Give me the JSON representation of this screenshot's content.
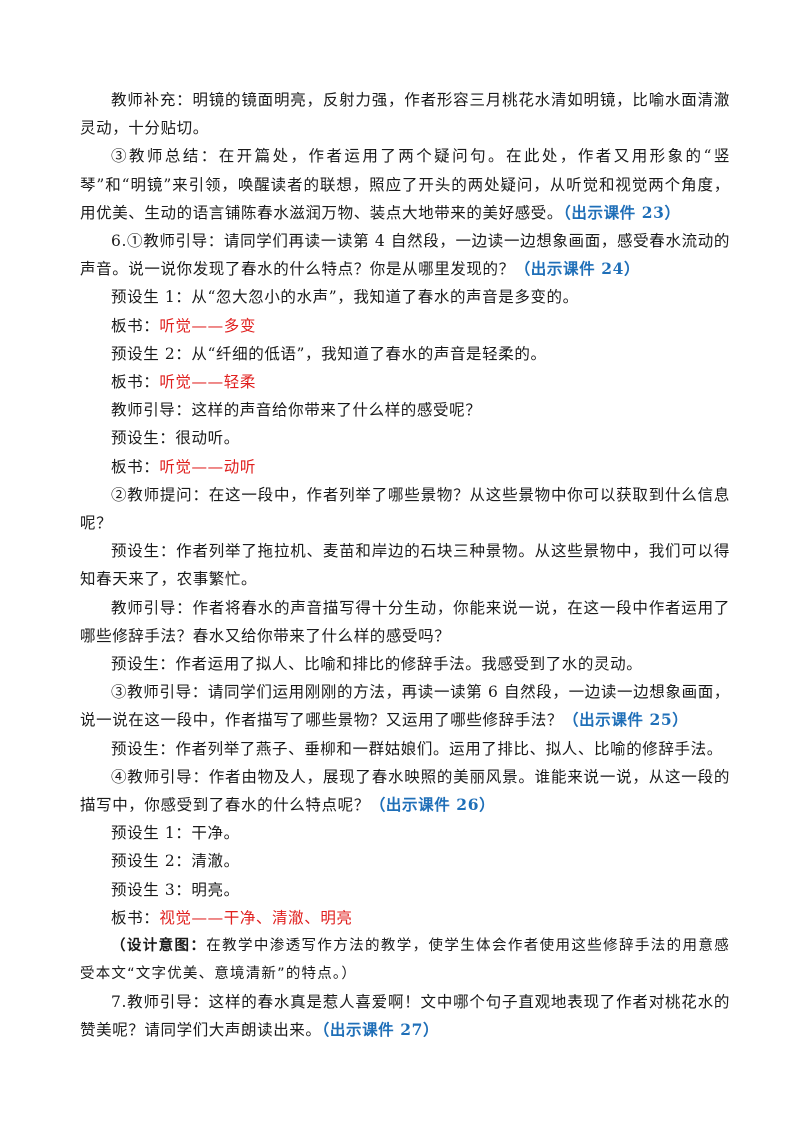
{
  "paragraphs": [
    {
      "segments": [
        {
          "t": "教师补充：明镜的镜面明亮，反射力强，作者形容三月桃花水清如明镜，比喻水面清澈灵动，十分贴切。"
        }
      ]
    },
    {
      "segments": [
        {
          "t": "③教师总结：在开篇处，作者运用了两个疑问句。在此处，作者又用形象的“竖琴”和“明镜”来引领，唤醒读者的联想，照应了开头的两处疑问，从听觉和视觉两个角度，用优美、生动的语言铺陈春水滋润万物、装点大地带来的美好感受。"
        },
        {
          "t": "（出示课件 23）",
          "c": "blue"
        }
      ]
    },
    {
      "segments": [
        {
          "t": "6.①教师引导：请同学们再读一读第 4 自然段，一边读一边想象画面，感受春水流动的声音。说一说你发现了春水的什么特点？你是从哪里发现的？"
        },
        {
          "t": "（出示课件 24）",
          "c": "blue"
        }
      ]
    },
    {
      "segments": [
        {
          "t": "预设生 1：从“忽大忽小的水声”，我知道了春水的声音是多变的。"
        }
      ]
    },
    {
      "segments": [
        {
          "t": "板书："
        },
        {
          "t": "听觉——多变",
          "c": "red"
        }
      ]
    },
    {
      "segments": [
        {
          "t": "预设生 2：从“纤细的低语”，我知道了春水的声音是轻柔的。"
        }
      ]
    },
    {
      "segments": [
        {
          "t": "板书："
        },
        {
          "t": "听觉——轻柔",
          "c": "red"
        }
      ]
    },
    {
      "segments": [
        {
          "t": "教师引导：这样的声音给你带来了什么样的感受呢？"
        }
      ]
    },
    {
      "segments": [
        {
          "t": "预设生：很动听。"
        }
      ]
    },
    {
      "segments": [
        {
          "t": "板书："
        },
        {
          "t": "听觉——动听",
          "c": "red"
        }
      ]
    },
    {
      "segments": [
        {
          "t": "②教师提问：在这一段中，作者列举了哪些景物？从这些景物中你可以获取到什么信息呢？"
        }
      ]
    },
    {
      "segments": [
        {
          "t": "预设生：作者列举了拖拉机、麦苗和岸边的石块三种景物。从这些景物中，我们可以得知春天来了，农事繁忙。"
        }
      ]
    },
    {
      "segments": [
        {
          "t": "教师引导：作者将春水的声音描写得十分生动，你能来说一说，在这一段中作者运用了哪些修辞手法？春水又给你带来了什么样的感受吗？"
        }
      ]
    },
    {
      "segments": [
        {
          "t": "预设生：作者运用了拟人、比喻和排比的修辞手法。我感受到了水的灵动。"
        }
      ]
    },
    {
      "segments": [
        {
          "t": "③教师引导：请同学们运用刚刚的方法，再读一读第 6 自然段，一边读一边想象画面，说一说在这一段中，作者描写了哪些景物？又运用了哪些修辞手法？"
        },
        {
          "t": "（出示课件 25）",
          "c": "blue"
        }
      ]
    },
    {
      "segments": [
        {
          "t": "预设生：作者列举了燕子、垂柳和一群姑娘们。运用了排比、拟人、比喻的修辞手法。"
        }
      ]
    },
    {
      "segments": [
        {
          "t": "④教师引导：作者由物及人，展现了春水映照的美丽风景。谁能来说一说，从这一段的描写中，你感受到了春水的什么特点呢？"
        },
        {
          "t": "（出示课件 26）",
          "c": "blue"
        }
      ]
    },
    {
      "segments": [
        {
          "t": "预设生 1：干净。"
        }
      ]
    },
    {
      "segments": [
        {
          "t": "预设生 2：清澈。"
        }
      ]
    },
    {
      "segments": [
        {
          "t": "预设生 3：明亮。"
        }
      ]
    },
    {
      "segments": [
        {
          "t": "板书："
        },
        {
          "t": "视觉——干净、清澈、明亮",
          "c": "red"
        }
      ]
    },
    {
      "cls": "intent",
      "segments": [
        {
          "t": "（设计意图：",
          "c": "bold"
        },
        {
          "t": "在教学中渗透写作方法的教学，使学生体会作者使用这些修辞手法的用意感受本文“文字优美、意境清新”的特点。）"
        }
      ]
    },
    {
      "segments": [
        {
          "t": "7.教师引导：这样的春水真是惹人喜爱啊！文中哪个句子直观地表现了作者对桃花水的赞美呢？请同学们大声朗读出来。"
        },
        {
          "t": "（出示课件 27）",
          "c": "blue"
        }
      ]
    }
  ]
}
